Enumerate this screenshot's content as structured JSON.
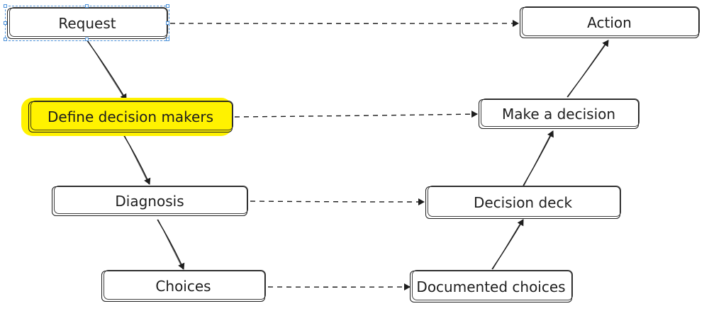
{
  "diagram": {
    "nodes": {
      "request": "Request",
      "define_decision_makers": "Define decision makers",
      "diagnosis": "Diagnosis",
      "choices": "Choices",
      "action": "Action",
      "make_a_decision": "Make a decision",
      "decision_deck": "Decision deck",
      "documented_choices": "Documented choices"
    },
    "edges": [
      {
        "from": "request",
        "to": "define_decision_makers",
        "style": "solid"
      },
      {
        "from": "define_decision_makers",
        "to": "diagnosis",
        "style": "solid"
      },
      {
        "from": "diagnosis",
        "to": "choices",
        "style": "solid"
      },
      {
        "from": "documented_choices",
        "to": "decision_deck",
        "style": "solid"
      },
      {
        "from": "decision_deck",
        "to": "make_a_decision",
        "style": "solid"
      },
      {
        "from": "make_a_decision",
        "to": "action",
        "style": "solid"
      },
      {
        "from": "request",
        "to": "action",
        "style": "dashed"
      },
      {
        "from": "define_decision_makers",
        "to": "make_a_decision",
        "style": "dashed"
      },
      {
        "from": "diagnosis",
        "to": "decision_deck",
        "style": "dashed"
      },
      {
        "from": "choices",
        "to": "documented_choices",
        "style": "dashed"
      }
    ],
    "highlighted_node": "define_decision_makers",
    "selected_node": "request",
    "colors": {
      "stroke": "#1e1e1e",
      "highlight": "#fff200",
      "selection": "#4a90d9"
    }
  }
}
